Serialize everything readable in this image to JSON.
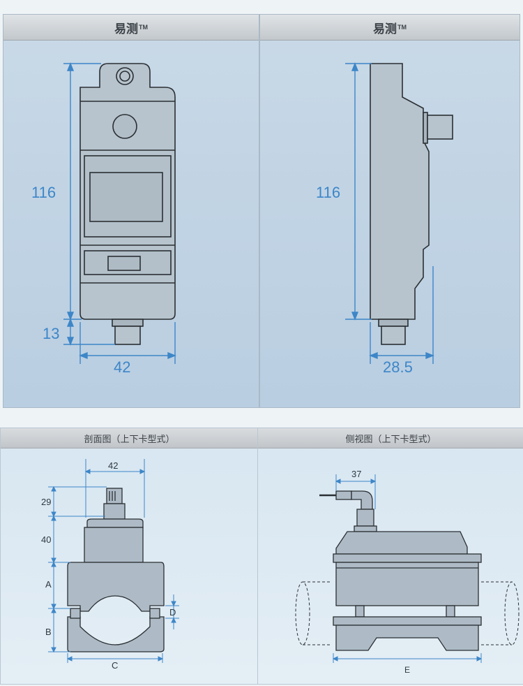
{
  "colors": {
    "dimension_line": "#3d86c8",
    "device_fill": "#b9c6cf",
    "device_stroke": "#2a2f33",
    "header_text": "#3b4248"
  },
  "front_view": {
    "header": "易测",
    "header_tm": "TM",
    "dim_height": "116",
    "dim_connector": "13",
    "dim_width": "42"
  },
  "side_view": {
    "header": "易测",
    "header_tm": "TM",
    "dim_height": "116",
    "dim_depth": "28.5"
  },
  "section_view": {
    "header": "剖面图（上下卡型式）",
    "dim_width_top": "42",
    "dim_29": "29",
    "dim_40": "40",
    "label_a": "A",
    "label_b": "B",
    "label_c": "C",
    "label_d": "D"
  },
  "profile_view": {
    "header": "侧视图（上下卡型式）",
    "dim_37": "37",
    "label_e": "E"
  }
}
